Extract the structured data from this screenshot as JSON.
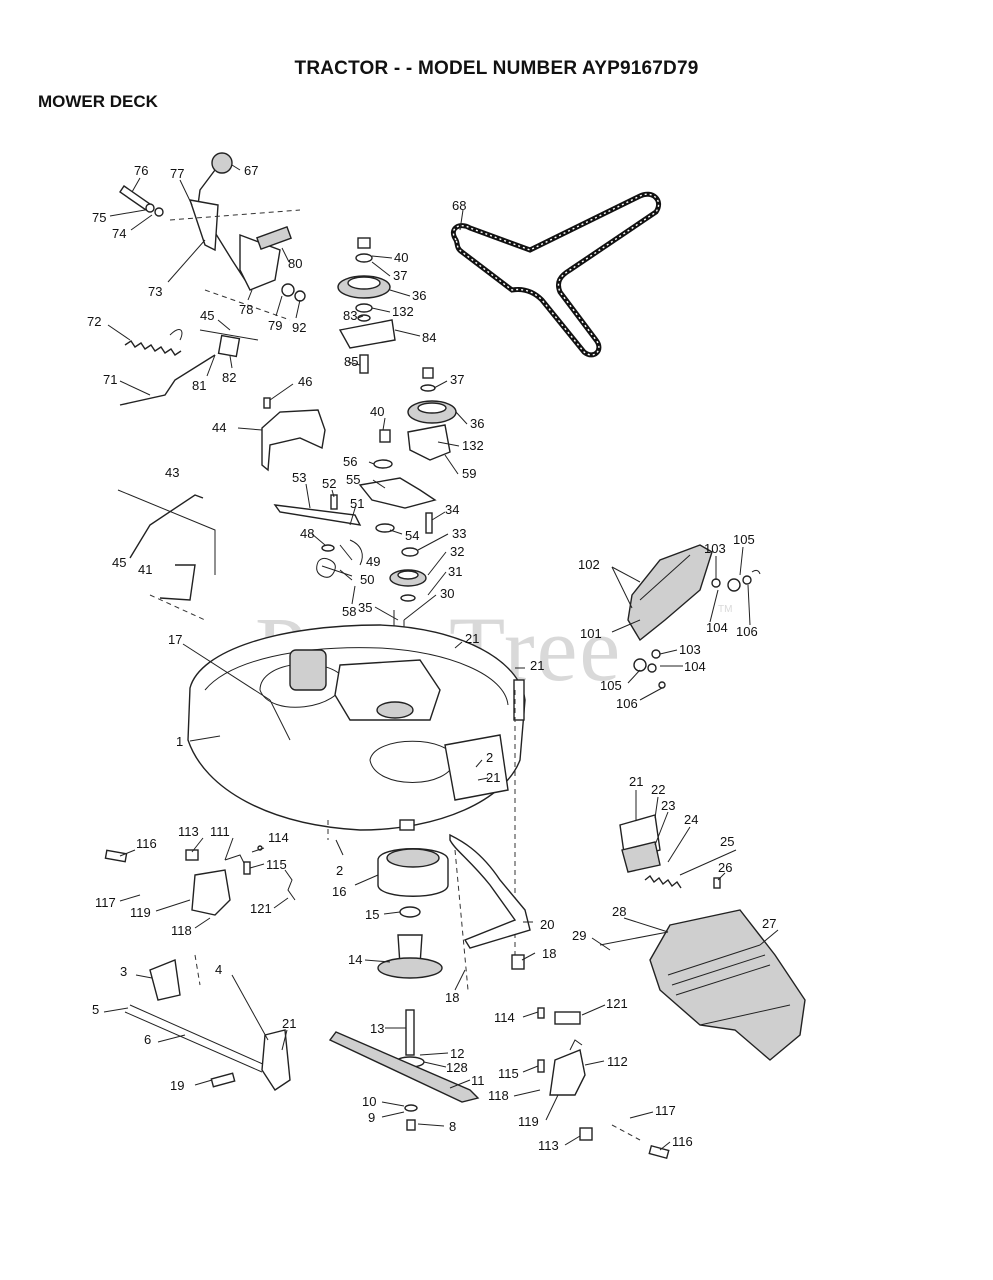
{
  "header": {
    "title": "TRACTOR - - MODEL NUMBER AYP9167D79",
    "section": "MOWER DECK"
  },
  "watermark": {
    "text": "PartsTree",
    "mark": "TM"
  },
  "callouts": [
    "1",
    "2",
    "3",
    "4",
    "5",
    "6",
    "8",
    "9",
    "10",
    "11",
    "12",
    "13",
    "14",
    "15",
    "16",
    "17",
    "18",
    "19",
    "20",
    "21",
    "22",
    "23",
    "24",
    "25",
    "26",
    "27",
    "28",
    "29",
    "30",
    "31",
    "32",
    "33",
    "34",
    "35",
    "36",
    "37",
    "40",
    "41",
    "43",
    "44",
    "45",
    "46",
    "48",
    "49",
    "50",
    "51",
    "52",
    "53",
    "54",
    "55",
    "56",
    "58",
    "59",
    "67",
    "68",
    "71",
    "72",
    "73",
    "74",
    "75",
    "76",
    "77",
    "78",
    "79",
    "80",
    "81",
    "82",
    "83",
    "84",
    "85",
    "92",
    "101",
    "102",
    "103",
    "104",
    "105",
    "106",
    "111",
    "112",
    "113",
    "114",
    "115",
    "116",
    "117",
    "118",
    "119",
    "121",
    "128",
    "132"
  ]
}
